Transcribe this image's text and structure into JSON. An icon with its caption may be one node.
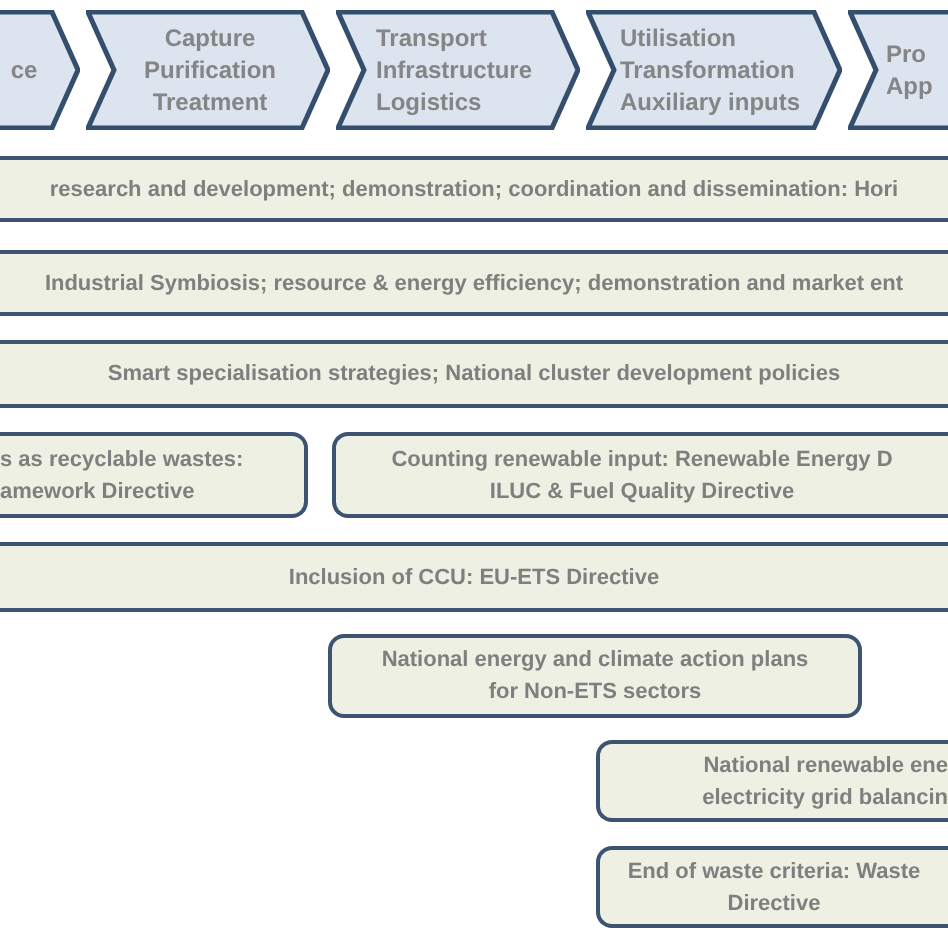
{
  "diagram": {
    "nodes": [
      {
        "text": [
          "ce"
        ]
      },
      {
        "text": [
          "Capture Purification Treatment"
        ]
      },
      {
        "text": [
          "Transport Infrastructure Logistics"
        ]
      },
      {
        "text": [
          "Utilisation Transformation Auxiliary inputs"
        ]
      },
      {
        "text": [
          "Pro App"
        ]
      },
      {
        "text": [
          "research and development; demonstration; coordination and dissemination: Hori"
        ]
      },
      {
        "text": [
          "Industrial Symbiosis; resource & energy efficiency; demonstration and market ent"
        ]
      },
      {
        "text": [
          "Smart specialisation strategies; National cluster development policies"
        ]
      },
      {
        "text": [
          "s as recyclable wastes: amework Directive"
        ]
      },
      {
        "text": [
          "Counting renewable input: Renewable Energy D ILUC & Fuel Quality Directive"
        ]
      },
      {
        "text": [
          "Inclusion of CCU: EU-ETS Directive"
        ]
      },
      {
        "text": [
          "National energy and climate action plans for Non-ETS sectors"
        ]
      },
      {
        "text": [
          "National renewable ene electricity grid balancin"
        ]
      },
      {
        "text": [
          "End of waste criteria: Waste Directive"
        ]
      }
    ]
  }
}
